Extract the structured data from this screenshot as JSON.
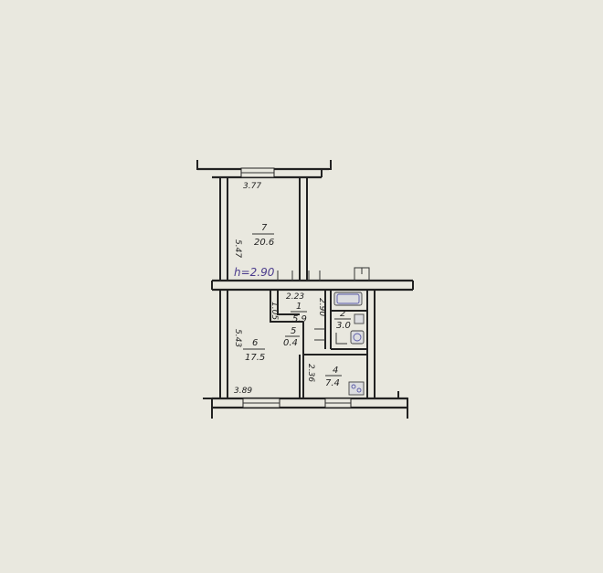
{
  "plan": {
    "ceiling_height": "h=2.90",
    "rooms": [
      {
        "id": "room-7",
        "number": "7",
        "area": "20.6"
      },
      {
        "id": "room-6",
        "number": "6",
        "area": "17.5"
      },
      {
        "id": "room-1",
        "number": "1",
        "area": "5.9"
      },
      {
        "id": "room-2",
        "number": "2",
        "area": "3.0"
      },
      {
        "id": "room-4",
        "number": "4",
        "area": "7.4"
      },
      {
        "id": "room-5",
        "number": "5",
        "area": "0.4"
      }
    ],
    "dimensions": {
      "room7_width": "3.77",
      "room7_length": "5.47",
      "room6_width": "3.89",
      "room6_length": "5.43",
      "hall_width": "2.23",
      "hall_depth": "1.05",
      "hall_right": "2.90",
      "kitchen_depth": "2.36"
    }
  },
  "colors": {
    "paper": "#e9e8df",
    "ink": "#222222",
    "height_ink": "#4a3b8c",
    "fixture_fill": "#dcdde0"
  }
}
